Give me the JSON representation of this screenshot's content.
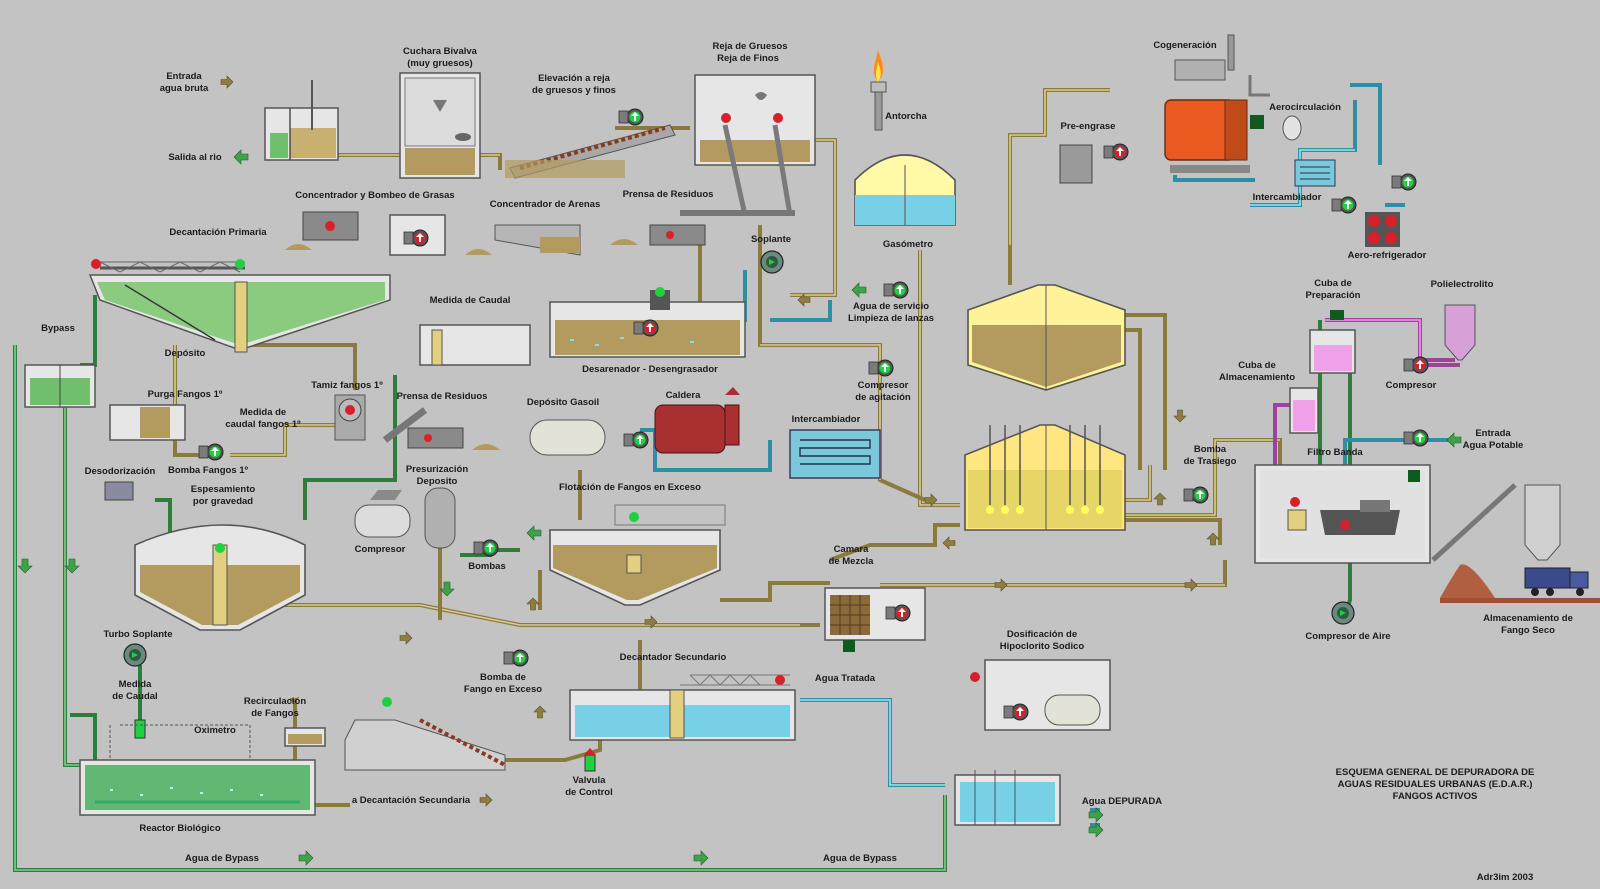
{
  "title": {
    "line1": "ESQUEMA GENERAL DE DEPURADORA DE",
    "line2": "AGUAS RESIDUALES URBANAS (E.D.A.R.)",
    "line3": "FANGOS ACTIVOS"
  },
  "credit": "Adr3im 2003",
  "labels": {
    "entrada1": "Entrada",
    "entrada2": "agua bruta",
    "salida_rio": "Salida al rio",
    "cuchara1": "Cuchara Bivalva",
    "cuchara2": "(muy gruesos)",
    "elevacion1": "Elevación a reja",
    "elevacion2": "de gruesos y finos",
    "reja1": "Reja de Gruesos",
    "reja2": "Reja de Finos",
    "antorcha": "Antorcha",
    "gasometro": "Gasómetro",
    "cogeneracion": "Cogeneración",
    "pre_engrase": "Pre-engrase",
    "aerocirculacion": "Aerocirculación",
    "intercambiador_top": "Intercambiador",
    "aero_refrigerador": "Aero-refrigerador",
    "concentrador_grasas": "Concentrador y Bombeo de Grasas",
    "concentrador_arenas": "Concentrador de Arenas",
    "prensa_residuos_top": "Prensa de Residuos",
    "decantacion_primaria": "Decantación Primaria",
    "soplante": "Soplante",
    "agua_servicio1": "Agua de servicio",
    "agua_servicio2": "Limpieza de lanzas",
    "bypass": "Bypass",
    "medida_caudal": "Medida de Caudal",
    "desarenador": "Desarenador - Desengrasador",
    "cuba_preparacion1": "Cuba de",
    "cuba_preparacion2": "Preparación",
    "polielectrolito": "Polielectrolito",
    "deposito_purga1": "Depósito",
    "deposito_purga2": "Purga Fangos 1º",
    "medida_fangos1": "Medida de",
    "medida_fangos2": "caudal fangos 1º",
    "tamiz": "Tamiz fangos 1º",
    "prensa_residuos_mid": "Prensa de Residuos",
    "deposito_gasoil": "Depósito Gasoil",
    "caldera": "Caldera",
    "compresor_agitacion1": "Compresor",
    "compresor_agitacion2": "de agitación",
    "cuba_almacenamiento1": "Cuba de",
    "cuba_almacenamiento2": "Almacenamiento",
    "compresor_right": "Compresor",
    "entrada_potable1": "Entrada",
    "entrada_potable2": "Agua Potable",
    "bomba_fangos1": "Bomba Fangos 1º",
    "intercambiador_mid": "Intercambiador",
    "bomba_trasiego1": "Bomba",
    "bomba_trasiego2": "de Trasiego",
    "filtro_banda": "Filtro Banda",
    "desodorizacion": "Desodorización",
    "espesamiento1": "Espesamiento",
    "espesamiento2": "por gravedad",
    "presurizacion1": "Presurización",
    "presurizacion2": "Deposito",
    "flotacion": "Flotación de Fangos en Exceso",
    "compresor_left": "Compresor",
    "bombas": "Bombas",
    "camara1": "Camara",
    "camara2": "de Mezcla",
    "turbo_soplante": "Turbo Soplante",
    "compresor_aire": "Compresor de Aire",
    "almacenamiento1": "Almacenamiento de",
    "almacenamiento2": "Fango Seco",
    "medida_caudal2_1": "Medida",
    "medida_caudal2_2": "de Caudal",
    "recirculacion1": "Recirculación",
    "recirculacion2": "de Fangos",
    "oximetro": "Oximetro",
    "bomba_exceso1": "Bomba de",
    "bomba_exceso2": "Fango en Exceso",
    "decantador_secundario": "Decantador Secundario",
    "agua_tratada": "Agua Tratada",
    "dosificacion1": "Dosificación de",
    "dosificacion2": "Hipoclorito Sodico",
    "valvula1": "Valvula",
    "valvula2": "de Control",
    "a_decantacion": "a Decantación Secundaria",
    "reactor": "Reactor Biológico",
    "agua_depurada": "Agua DEPURADA",
    "agua_bypass_left": "Agua de Bypass",
    "agua_bypass_right": "Agua de Bypass"
  },
  "colors": {
    "background": "#c3c3c3",
    "sludge": "#b39a5e",
    "water": "#78d0e6",
    "aeration": "#6fbf6c",
    "pipe_sludge": "#8a7a3e",
    "pipe_water_green": "#2f7d3b",
    "pipe_water_cyan": "#2f8ea6",
    "pipe_polymer": "#a040a0",
    "pump_red": "#d8202a",
    "pump_green": "#1fd040"
  },
  "icons": [
    "pump-icon",
    "flame-icon",
    "arrow-icon",
    "blower-icon",
    "valve-icon",
    "truck-icon",
    "silo-icon"
  ]
}
